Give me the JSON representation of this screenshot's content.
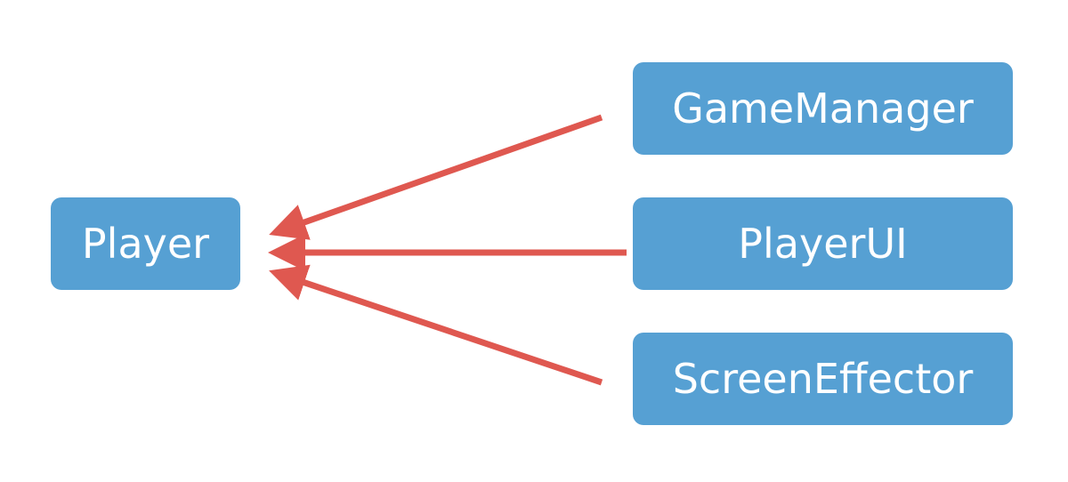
{
  "colors": {
    "background": "#ffffff",
    "node_fill": "#56a0d3",
    "node_text": "#ffffff",
    "arrow": "#df5850"
  },
  "nodes": {
    "player": "Player",
    "game_manager": "GameManager",
    "player_ui": "PlayerUI",
    "screen_effector": "ScreenEffector"
  },
  "edges": [
    {
      "from": "GameManager",
      "to": "Player"
    },
    {
      "from": "PlayerUI",
      "to": "Player"
    },
    {
      "from": "ScreenEffector",
      "to": "Player"
    }
  ]
}
